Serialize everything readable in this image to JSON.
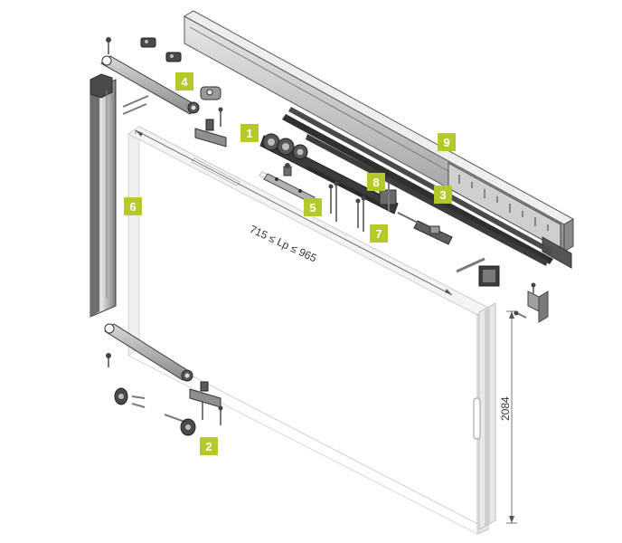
{
  "colors": {
    "callout_bg": "#b5c92a",
    "callout_text": "#ffffff",
    "metal_light": "#d9d9d9",
    "metal_mid": "#a6a6a6",
    "metal_dark": "#3a3a3a",
    "door_edge": "#c8c8c8"
  },
  "callouts": [
    "1",
    "2",
    "3",
    "4",
    "5",
    "6",
    "7",
    "8",
    "9"
  ],
  "dimensions": {
    "width_range": "715 ≤ Lp ≤ 965",
    "height": "2084"
  }
}
